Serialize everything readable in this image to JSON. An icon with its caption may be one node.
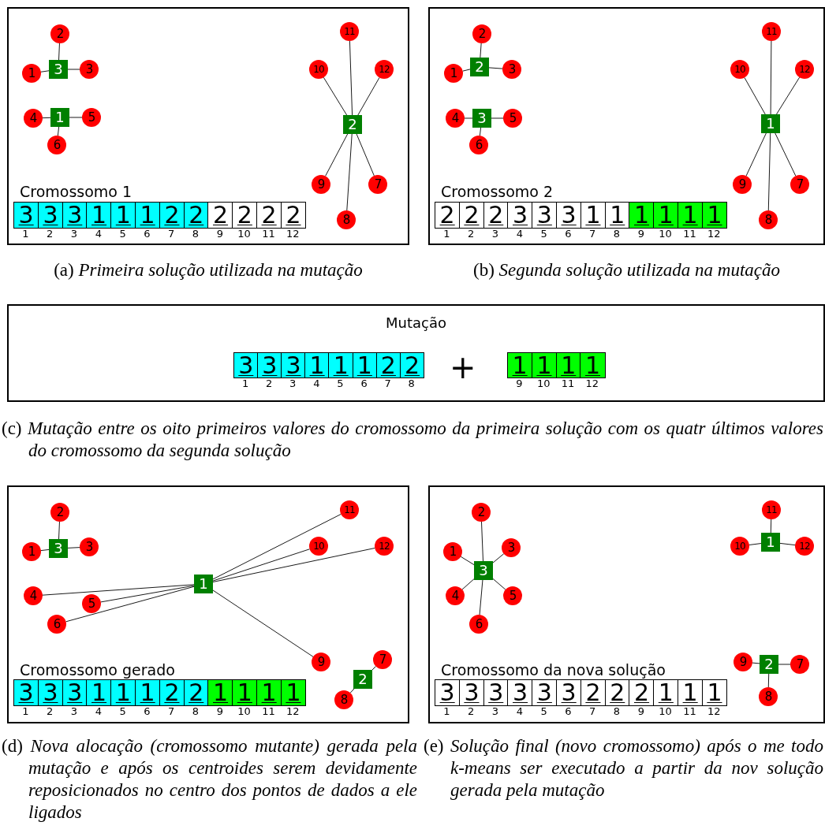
{
  "diagram": {
    "nodes": [
      {
        "text": [
          "Cromossomo 1"
        ]
      },
      {
        "text": [
          "3"
        ],
        "in": 0
      },
      {
        "text": [
          "2"
        ],
        "in": 0
      },
      {
        "text": [
          "1"
        ],
        "in": 0
      },
      {
        "text": [
          "3"
        ],
        "in": 0
      },
      {
        "text": [
          "1"
        ],
        "in": 0
      },
      {
        "text": [
          "4"
        ],
        "in": 0
      },
      {
        "text": [
          "5"
        ],
        "in": 0
      },
      {
        "text": [
          "6"
        ],
        "in": 0
      },
      {
        "text": [
          "2"
        ],
        "in": 0
      },
      {
        "text": [
          "11"
        ],
        "in": 0
      },
      {
        "text": [
          "10"
        ],
        "in": 0
      },
      {
        "text": [
          "12"
        ],
        "in": 0
      },
      {
        "text": [
          "9"
        ],
        "in": 0
      },
      {
        "text": [
          "7"
        ],
        "in": 0
      },
      {
        "text": [
          "8"
        ],
        "in": 0
      },
      {
        "text": [
          "Cromossomo 2"
        ]
      },
      {
        "text": [
          "2"
        ],
        "in": 16
      },
      {
        "text": [
          "2"
        ],
        "in": 16
      },
      {
        "text": [
          "1"
        ],
        "in": 16
      },
      {
        "text": [
          "3"
        ],
        "in": 16
      },
      {
        "text": [
          "3"
        ],
        "in": 16
      },
      {
        "text": [
          "4"
        ],
        "in": 16
      },
      {
        "text": [
          "5"
        ],
        "in": 16
      },
      {
        "text": [
          "6"
        ],
        "in": 16
      },
      {
        "text": [
          "1"
        ],
        "in": 16
      },
      {
        "text": [
          "11"
        ],
        "in": 16
      },
      {
        "text": [
          "10"
        ],
        "in": 16
      },
      {
        "text": [
          "12"
        ],
        "in": 16
      },
      {
        "text": [
          "9"
        ],
        "in": 16
      },
      {
        "text": [
          "7"
        ],
        "in": 16
      },
      {
        "text": [
          "8"
        ],
        "in": 16
      },
      {
        "text": [
          "Mutação"
        ]
      },
      {
        "text": [
          "Cromossomo gerado"
        ]
      },
      {
        "text": [
          "3"
        ],
        "in": 33
      },
      {
        "text": [
          "2"
        ],
        "in": 33
      },
      {
        "text": [
          "1"
        ],
        "in": 33
      },
      {
        "text": [
          "3"
        ],
        "in": 33
      },
      {
        "text": [
          "1"
        ],
        "in": 33
      },
      {
        "text": [
          "11"
        ],
        "in": 33
      },
      {
        "text": [
          "10"
        ],
        "in": 33
      },
      {
        "text": [
          "12"
        ],
        "in": 33
      },
      {
        "text": [
          "4"
        ],
        "in": 33
      },
      {
        "text": [
          "5"
        ],
        "in": 33
      },
      {
        "text": [
          "6"
        ],
        "in": 33
      },
      {
        "text": [
          "9"
        ],
        "in": 33
      },
      {
        "text": [
          "2"
        ],
        "in": 33
      },
      {
        "text": [
          "7"
        ],
        "in": 33
      },
      {
        "text": [
          "8"
        ],
        "in": 33
      },
      {
        "text": [
          "Cromossomo da nova solução"
        ]
      },
      {
        "text": [
          "3"
        ],
        "in": 49
      },
      {
        "text": [
          "2"
        ],
        "in": 49
      },
      {
        "text": [
          "1"
        ],
        "in": 49
      },
      {
        "text": [
          "3"
        ],
        "in": 49
      },
      {
        "text": [
          "4"
        ],
        "in": 49
      },
      {
        "text": [
          "5"
        ],
        "in": 49
      },
      {
        "text": [
          "6"
        ],
        "in": 49
      },
      {
        "text": [
          "1"
        ],
        "in": 49
      },
      {
        "text": [
          "11"
        ],
        "in": 49
      },
      {
        "text": [
          "10"
        ],
        "in": 49
      },
      {
        "text": [
          "12"
        ],
        "in": 49
      },
      {
        "text": [
          "2"
        ],
        "in": 49
      },
      {
        "text": [
          "9"
        ],
        "in": 49
      },
      {
        "text": [
          "7"
        ],
        "in": 49
      },
      {
        "text": [
          "8"
        ],
        "in": 49
      }
    ],
    "edges": [
      {
        "from": 1,
        "to": 2,
        "arrow": "none"
      },
      {
        "from": 1,
        "to": 3,
        "arrow": "none"
      },
      {
        "from": 1,
        "to": 4,
        "arrow": "none"
      },
      {
        "from": 5,
        "to": 6,
        "arrow": "none"
      },
      {
        "from": 5,
        "to": 7,
        "arrow": "none"
      },
      {
        "from": 5,
        "to": 8,
        "arrow": "none"
      },
      {
        "from": 9,
        "to": 10,
        "arrow": "none"
      },
      {
        "from": 9,
        "to": 11,
        "arrow": "none"
      },
      {
        "from": 9,
        "to": 12,
        "arrow": "none"
      },
      {
        "from": 9,
        "to": 13,
        "arrow": "none"
      },
      {
        "from": 9,
        "to": 14,
        "arrow": "none"
      },
      {
        "from": 9,
        "to": 15,
        "arrow": "none"
      },
      {
        "from": 17,
        "to": 18,
        "arrow": "none"
      },
      {
        "from": 17,
        "to": 19,
        "arrow": "none"
      },
      {
        "from": 17,
        "to": 20,
        "arrow": "none"
      },
      {
        "from": 21,
        "to": 22,
        "arrow": "none"
      },
      {
        "from": 21,
        "to": 23,
        "arrow": "none"
      },
      {
        "from": 21,
        "to": 24,
        "arrow": "none"
      },
      {
        "from": 25,
        "to": 26,
        "arrow": "none"
      },
      {
        "from": 25,
        "to": 27,
        "arrow": "none"
      },
      {
        "from": 25,
        "to": 28,
        "arrow": "none"
      },
      {
        "from": 25,
        "to": 29,
        "arrow": "none"
      },
      {
        "from": 25,
        "to": 30,
        "arrow": "none"
      },
      {
        "from": 25,
        "to": 31,
        "arrow": "none"
      },
      {
        "from": 34,
        "to": 35,
        "arrow": "none"
      },
      {
        "from": 34,
        "to": 36,
        "arrow": "none"
      },
      {
        "from": 34,
        "to": 37,
        "arrow": "none"
      },
      {
        "from": 38,
        "to": 39,
        "arrow": "none"
      },
      {
        "from": 38,
        "to": 40,
        "arrow": "none"
      },
      {
        "from": 38,
        "to": 41,
        "arrow": "none"
      },
      {
        "from": 38,
        "to": 42,
        "arrow": "none"
      },
      {
        "from": 38,
        "to": 43,
        "arrow": "none"
      },
      {
        "from": 38,
        "to": 44,
        "arrow": "none"
      },
      {
        "from": 38,
        "to": 45,
        "arrow": "none"
      },
      {
        "from": 46,
        "to": 47,
        "arrow": "none"
      },
      {
        "from": 46,
        "to": 48,
        "arrow": "none"
      },
      {
        "from": 50,
        "to": 51,
        "arrow": "none"
      },
      {
        "from": 50,
        "to": 52,
        "arrow": "none"
      },
      {
        "from": 50,
        "to": 53,
        "arrow": "none"
      },
      {
        "from": 50,
        "to": 54,
        "arrow": "none"
      },
      {
        "from": 50,
        "to": 55,
        "arrow": "none"
      },
      {
        "from": 50,
        "to": 56,
        "arrow": "none"
      },
      {
        "from": 57,
        "to": 58,
        "arrow": "none"
      },
      {
        "from": 57,
        "to": 59,
        "arrow": "none"
      },
      {
        "from": 57,
        "to": 60,
        "arrow": "none"
      },
      {
        "from": 61,
        "to": 62,
        "arrow": "none"
      },
      {
        "from": 61,
        "to": 63,
        "arrow": "none"
      },
      {
        "from": 61,
        "to": 64,
        "arrow": "none"
      }
    ],
    "labels": [
      "3",
      "3",
      "3",
      "1",
      "1",
      "1",
      "2",
      "2",
      "2",
      "2",
      "2",
      "2",
      "1",
      "2",
      "3",
      "4",
      "5",
      "6",
      "7",
      "8",
      "9",
      "10",
      "11",
      "12",
      "2",
      "2",
      "2",
      "3",
      "3",
      "3",
      "1",
      "1",
      "1",
      "1",
      "1",
      "1",
      "1",
      "2",
      "3",
      "4",
      "5",
      "6",
      "7",
      "8",
      "9",
      "10",
      "11",
      "12",
      "(a) *Primeira solução utilizada na mutação*",
      "(b) *Segunda solução utilizada na mutação*",
      "3",
      "3",
      "3",
      "1",
      "1",
      "1",
      "2",
      "2",
      "1",
      "2",
      "3",
      "4",
      "5",
      "6",
      "7",
      "8",
      "+",
      "1",
      "1",
      "1",
      "1",
      "9",
      "10",
      "11",
      "12",
      "(c) *Mutação entre os oito primeiros valores do cromossomo da primeira solução com os quatr últimos valores do cromossomo da segunda solução*",
      "3",
      "3",
      "3",
      "1",
      "1",
      "1",
      "2",
      "2",
      "1",
      "1",
      "1",
      "1",
      "1",
      "2",
      "3",
      "4",
      "5",
      "6",
      "7",
      "8",
      "9",
      "10",
      "11",
      "12",
      "3",
      "3",
      "3",
      "3",
      "3",
      "3",
      "2",
      "2",
      "2",
      "1",
      "1",
      "1",
      "1",
      "2",
      "3",
      "4",
      "5",
      "6",
      "7",
      "8",
      "9",
      "10",
      "11",
      "12",
      "(d) *Nova alocação (cromossomo mutante) gerada pela mutação e após os centroides serem devidamente reposicionados no centro dos pontos de dados a ele ligados*",
      "(e) *Solução final (novo cromossomo) após o me todo k-means ser executado a partir da nov solução gerada pela mutação*"
    ]
  }
}
